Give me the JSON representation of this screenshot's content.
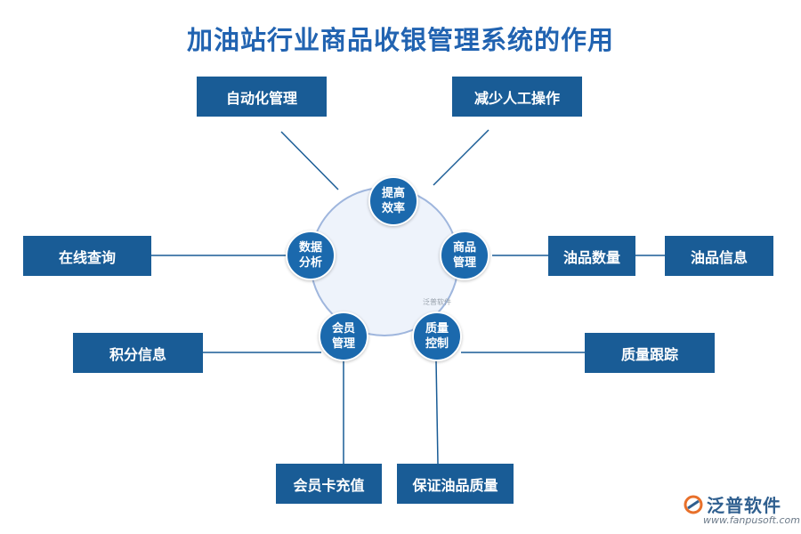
{
  "title": "加油站行业商品收银管理系统的作用",
  "colors": {
    "title": "#2163b1",
    "box": "#195c96",
    "node": "#1b69ad",
    "circle_fill": "#eef3fb",
    "circle_stroke": "#9fb6dd",
    "line": "#195c96"
  },
  "center_nodes": {
    "efficiency": [
      "提高",
      "效率"
    ],
    "goods": [
      "商品",
      "管理"
    ],
    "quality": [
      "质量",
      "控制"
    ],
    "member": [
      "会员",
      "管理"
    ],
    "data": [
      "数据",
      "分析"
    ]
  },
  "boxes": {
    "auto_manage": "自动化管理",
    "reduce_manual": "减少人工操作",
    "online_query": "在线查询",
    "oil_quantity": "油品数量",
    "oil_info": "油品信息",
    "points_info": "积分信息",
    "quality_tracking": "质量跟踪",
    "member_card_recharge": "会员卡充值",
    "ensure_oil_quality": "保证油品质量"
  },
  "watermark": {
    "center_text": "泛普软件",
    "logo_text": "泛普软件",
    "logo_url": "www.fanpusoft.com",
    "logo_icon": "fanpu-logo-icon"
  }
}
